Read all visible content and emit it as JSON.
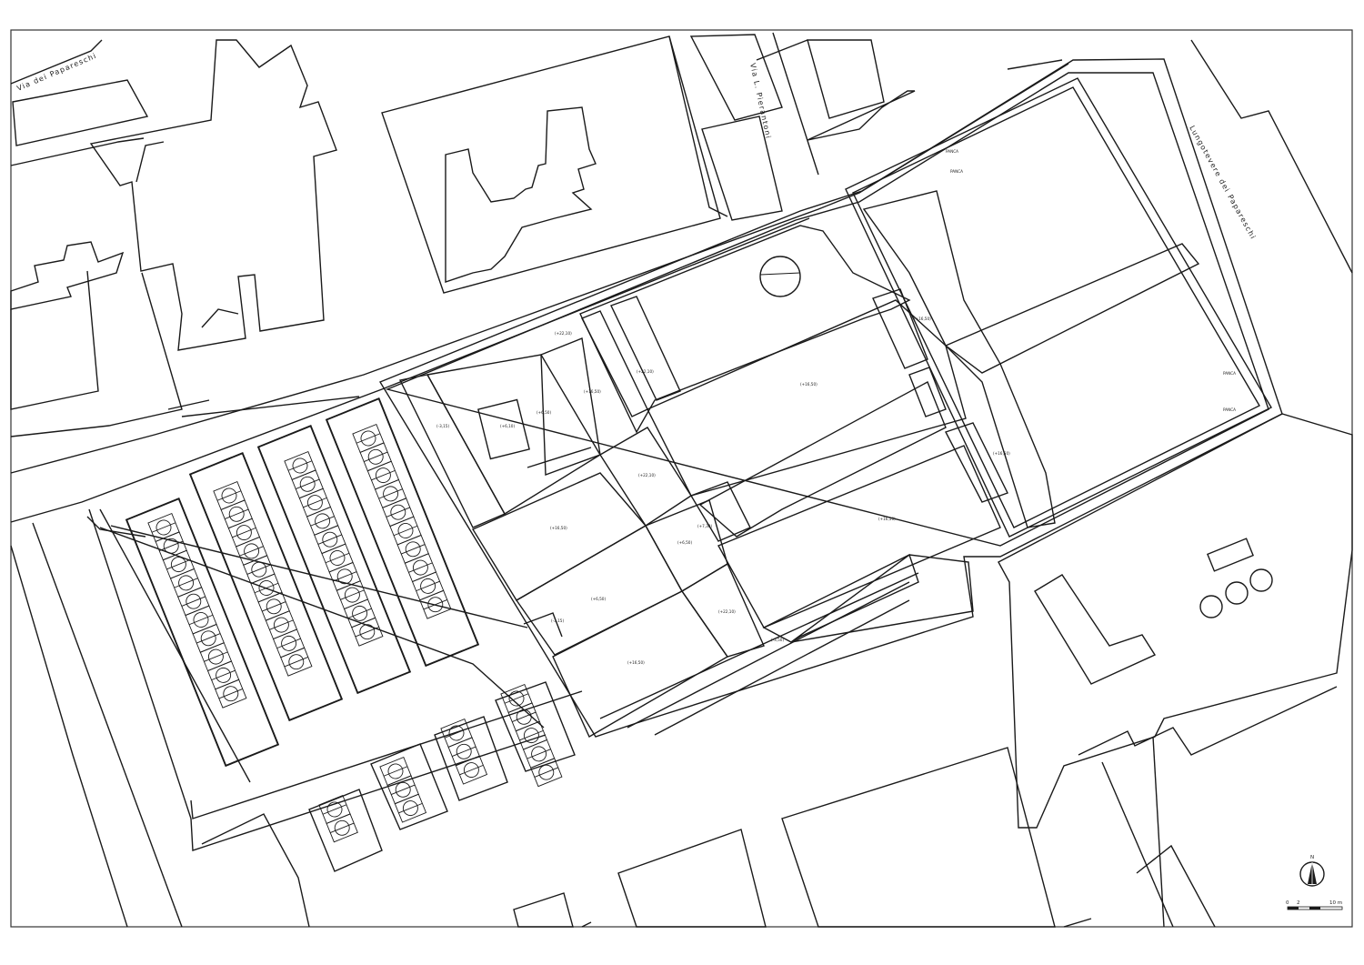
{
  "streets": {
    "via_papareschi": "Via dei Papareschi",
    "via_pierantoni": "Via L. Pierantoni",
    "lungotevere": "Lungotevere dei Papareschi"
  },
  "labels": {
    "panca_1": "PANCA",
    "panca_2": "PANCA",
    "panca_3": "PANCA",
    "panca_4": "PANCA"
  },
  "levels": {
    "l_top_left": "(+22,10)",
    "l_stair": "(+22,10)",
    "l_terrace": "(+16,50)",
    "l_main": "(+16,50)",
    "l_patio": "(+6,10)",
    "l_left": "(-3,15)",
    "l_court": "(+6,50)",
    "l_mid": "(+22,10)",
    "l_block_a": "(+16,50)",
    "l_block_b": "(+6,50)",
    "l_block_c": "(-3,15)",
    "l_block_d": "(+16,50)",
    "l_cross_a": "(+6,50)",
    "l_cross_b": "(+22,10)",
    "l_ramp": "(-3,50)",
    "l_lower_main": "(+16,50)",
    "l_right_top": "(+16,50)",
    "l_right_low": "(+16,50)",
    "l_small_stair": "(+7,30)"
  },
  "scale": {
    "north": "N",
    "zero": "0",
    "two": "2",
    "ten": "10 m"
  }
}
